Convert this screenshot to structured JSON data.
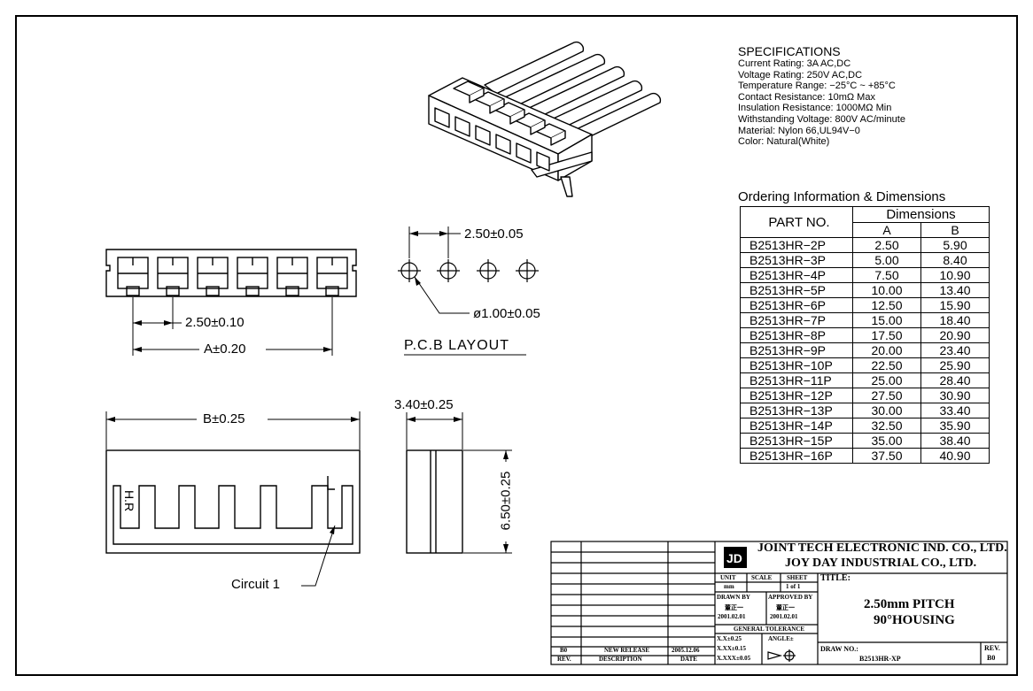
{
  "specifications": {
    "heading": "SPECIFICATIONS",
    "lines": [
      "Current Rating: 3A AC,DC",
      "Voltage Rating: 250V AC,DC",
      "Temperature Range: −25°C ~ +85°C",
      "Contact Resistance: 10mΩ Max",
      "Insulation Resistance: 1000MΩ Min",
      "Withstanding Voltage: 800V AC/minute",
      "Material: Nylon 66,UL94V−0",
      "Color: Natural(White)"
    ]
  },
  "ordering": {
    "heading": "Ordering Information & Dimensions",
    "col_part": "PART NO.",
    "col_dims": "Dimensions",
    "col_a": "A",
    "col_b": "B",
    "rows": [
      {
        "part": "B2513HR−2P",
        "a": "2.50",
        "b": "5.90"
      },
      {
        "part": "B2513HR−3P",
        "a": "5.00",
        "b": "8.40"
      },
      {
        "part": "B2513HR−4P",
        "a": "7.50",
        "b": "10.90"
      },
      {
        "part": "B2513HR−5P",
        "a": "10.00",
        "b": "13.40"
      },
      {
        "part": "B2513HR−6P",
        "a": "12.50",
        "b": "15.90"
      },
      {
        "part": "B2513HR−7P",
        "a": "15.00",
        "b": "18.40"
      },
      {
        "part": "B2513HR−8P",
        "a": "17.50",
        "b": "20.90"
      },
      {
        "part": "B2513HR−9P",
        "a": "20.00",
        "b": "23.40"
      },
      {
        "part": "B2513HR−10P",
        "a": "22.50",
        "b": "25.90"
      },
      {
        "part": "B2513HR−11P",
        "a": "25.00",
        "b": "28.40"
      },
      {
        "part": "B2513HR−12P",
        "a": "27.50",
        "b": "30.90"
      },
      {
        "part": "B2513HR−13P",
        "a": "30.00",
        "b": "33.40"
      },
      {
        "part": "B2513HR−14P",
        "a": "32.50",
        "b": "35.90"
      },
      {
        "part": "B2513HR−15P",
        "a": "35.00",
        "b": "38.40"
      },
      {
        "part": "B2513HR−16P",
        "a": "37.50",
        "b": "40.90"
      }
    ]
  },
  "dimensions": {
    "pitch_front": "2.50±0.10",
    "a_dim": "A±0.20",
    "pcb_pitch": "2.50±0.05",
    "hole_dia": "ø1.00±0.05",
    "pcb_label": "P.C.B LAYOUT",
    "b_dim": "B±0.25",
    "depth": "3.40±0.25",
    "height": "6.50±0.25",
    "circuit": "Circuit 1",
    "side_mark": "H.R"
  },
  "title_block": {
    "company1": "JOINT TECH ELECTRONIC IND. CO., LTD.",
    "company2": "JOY DAY INDUSTRIAL CO., LTD.",
    "unit_h": "UNIT",
    "unit_v": "mm",
    "scale_h": "SCALE",
    "sheet_h": "SHEET",
    "sheet_v": "1 of 1",
    "title_h": "TITLE:",
    "title1": "2.50mm PITCH",
    "title2": "90°HOUSING",
    "drawn_h": "DRAWN BY",
    "drawn_name": "董正一",
    "drawn_date": "2001.02.01",
    "approved_h": "APPROVED BY",
    "approved_name": "董正一",
    "approved_date": "2001.02.01",
    "tol_h": "GENERAL TOLERANCE",
    "tol1": "X.X±0.25",
    "tol2": "X.XX±0.15",
    "tol3": "X.XXX±0.05",
    "angle_h": "ANGLE±",
    "draw_no_h": "DRAW NO.:",
    "draw_no": "B2513HR-XP",
    "rev_h": "REV.",
    "rev_v": "B0",
    "rev_row_rev": "B0",
    "rev_row_desc": "NEW RELEASE",
    "rev_row_date": "2005.12.06",
    "rev_col": "REV.",
    "desc_col": "DESCRIPTION",
    "date_col": "DATE"
  }
}
